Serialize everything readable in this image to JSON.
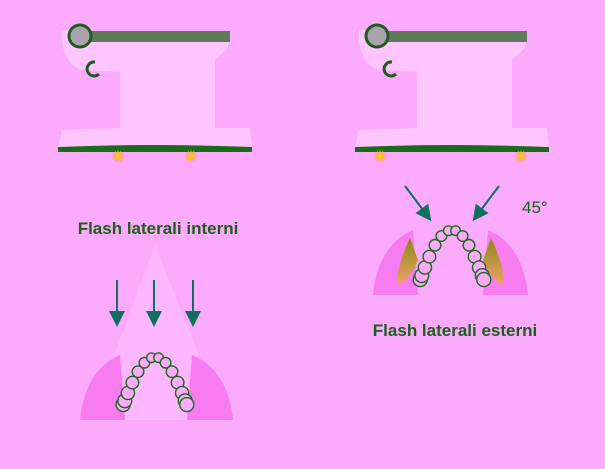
{
  "labels": {
    "internal": "Flash laterali interni",
    "external": "Flash laterali esterni",
    "angle": "45°"
  },
  "colors": {
    "background": "#fcaafc",
    "green": "#1c5e1c",
    "arrow": "#107060",
    "fan": "#f67cf0",
    "flash": "#ff9a10"
  },
  "teeth_per_arch": 14
}
